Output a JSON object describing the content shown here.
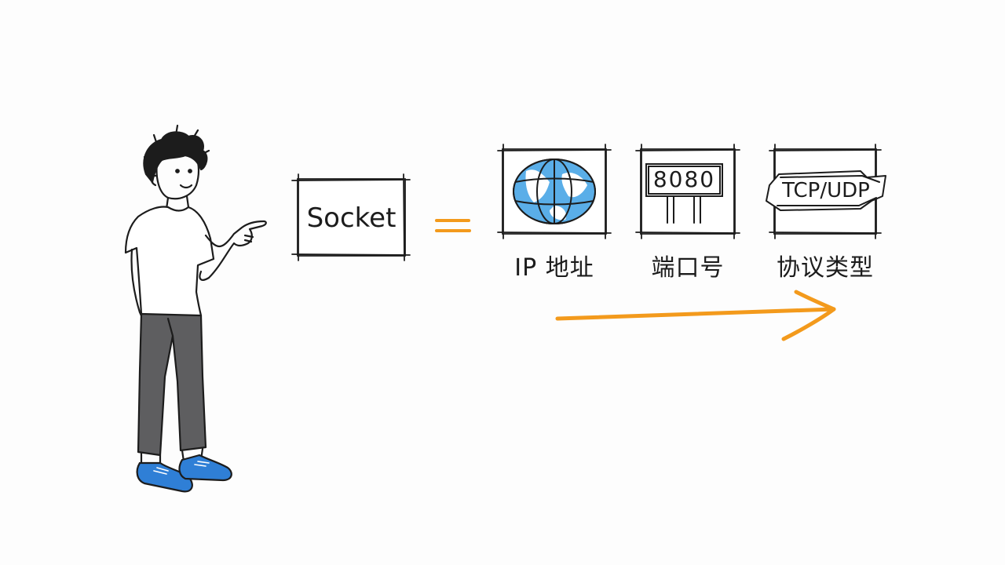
{
  "socket_box": {
    "label": "Socket"
  },
  "equals": {
    "symbol": "="
  },
  "components": [
    {
      "icon": "globe-icon",
      "caption": "IP 地址"
    },
    {
      "icon": "port-sign-icon",
      "sign_text": "8080",
      "caption": "端口号"
    },
    {
      "icon": "protocol-tag-icon",
      "tag_text": "TCP/UDP",
      "caption": "协议类型"
    }
  ],
  "colors": {
    "accent": "#f39a1c",
    "globe_blue": "#5aaee8",
    "shoe_blue": "#2f7fd6",
    "pants_gray": "#5e5e60",
    "ink": "#1c1c1c"
  }
}
